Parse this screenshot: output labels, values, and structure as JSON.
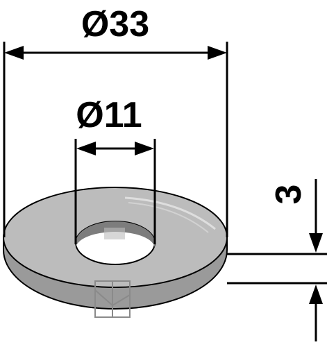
{
  "dimensions": {
    "outer_diameter_label": "Ø33",
    "inner_diameter_label": "Ø11",
    "thickness_label": "3"
  },
  "colors": {
    "washer_face": "#bcbcbc",
    "washer_edge": "#9a9a9a",
    "hole_inner": "#7d7d7d",
    "line": "#000000",
    "logo_stamp": "#8a8a8a"
  },
  "icons": {
    "logo": "manufacturer-stamp-icon"
  }
}
